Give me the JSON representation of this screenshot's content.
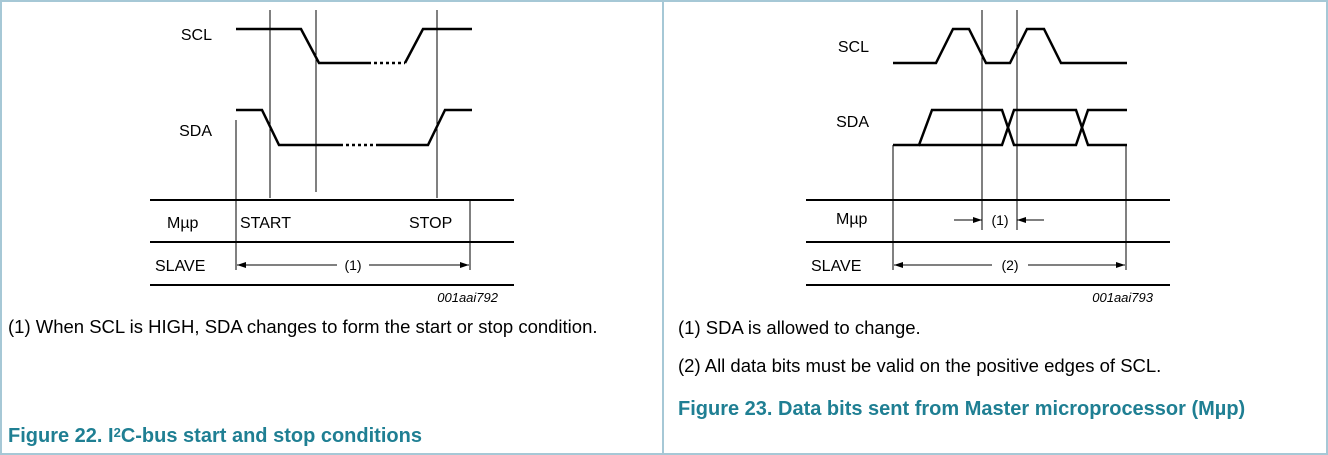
{
  "figure22": {
    "signal_scl": "SCL",
    "signal_sda": "SDA",
    "row_master": "Mµp",
    "row_slave": "SLAVE",
    "label_start": "START",
    "label_stop": "STOP",
    "interval_marker": "(1)",
    "drawing_code": "001aai792",
    "note_1": "(1) When SCL is HIGH, SDA changes to form the start or stop condition.",
    "caption_prefix": "Figure 22. I",
    "caption_sup": "2",
    "caption_suffix": "C-bus start and stop conditions"
  },
  "figure23": {
    "signal_scl": "SCL",
    "signal_sda": "SDA",
    "row_master": "Mµp",
    "row_slave": "SLAVE",
    "interval_marker_1": "(1)",
    "interval_marker_2": "(2)",
    "drawing_code": "001aai793",
    "note_1": "(1) SDA is allowed to change.",
    "note_2": "(2) All data bits must be valid on the positive edges of SCL.",
    "caption": "Figure 23. Data bits sent from Master microprocessor (Mµp)"
  },
  "colors": {
    "border": "#a6c8d6",
    "caption": "#1f7f93"
  }
}
